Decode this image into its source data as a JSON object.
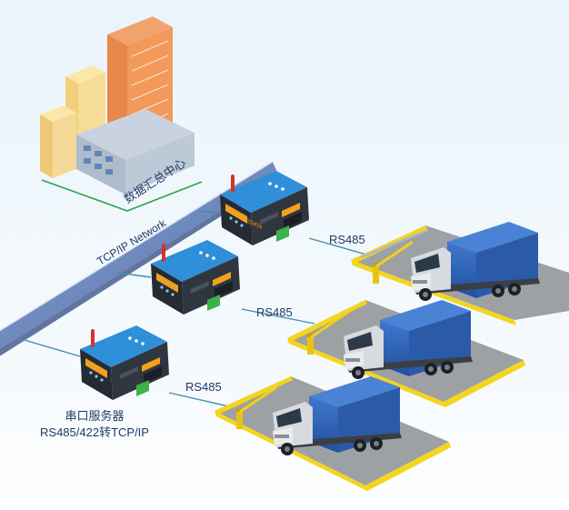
{
  "labels": {
    "data_center": "数据汇总中心",
    "network": "TCP/IP Network",
    "link_1": "RS485",
    "link_2": "RS485",
    "link_3": "RS485",
    "server_line1": "串口服务器",
    "server_line2": "RS485/422转TCP/IP"
  },
  "device_brand": "ERDATA",
  "colors": {
    "background_top": "#eef6fc",
    "background_bottom": "#ffffff",
    "network_band": "#6f89bd",
    "network_band_dark": "#3c5488",
    "link_line": "#3f8fb2",
    "green_link": "#2fa44a",
    "scale_top": "#9ea1a4",
    "scale_edge": "#f5d51c",
    "truck_cargo": "#2c5fb3",
    "device_body": "#2b3038",
    "device_panel": "#2a8fd4",
    "terminal_green": "#3cb24a",
    "antenna_red": "#d8322d"
  },
  "icons": [
    "office-buildings-icon",
    "serial-device-server-icon",
    "truck-icon",
    "weighbridge-icon",
    "barrier-gate-icon"
  ]
}
